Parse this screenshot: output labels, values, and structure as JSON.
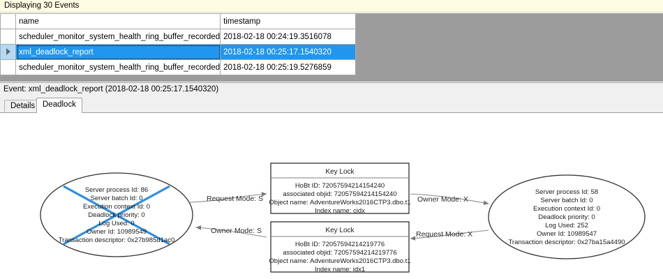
{
  "info_bar": {
    "text": "Displaying 30 Events"
  },
  "grid": {
    "columns": [
      "",
      "name",
      "timestamp"
    ],
    "rows": [
      {
        "selector": "",
        "name": "scheduler_monitor_system_health_ring_buffer_recorded",
        "timestamp": "2018-02-18 00:24:19.3516078",
        "selected": false
      },
      {
        "selector": "row-selector-arrow",
        "name": "xml_deadlock_report",
        "timestamp": "2018-02-18 00:25:17.1540320",
        "selected": true
      },
      {
        "selector": "",
        "name": "scheduler_monitor_system_health_ring_buffer_recorded",
        "timestamp": "2018-02-18 00:25:19.5276859",
        "selected": false
      }
    ]
  },
  "event_header": {
    "title": "Event: xml_deadlock_report (2018-02-18 00:25:17.1540320)"
  },
  "tabs": [
    {
      "label": "Details",
      "active": false
    },
    {
      "label": "Deadlock",
      "active": true
    }
  ],
  "deadlock": {
    "victim_process": {
      "lines": [
        "Server process Id: 86",
        "Server batch Id: 0",
        "Execution context Id: 0",
        "Deadlock priority: 0",
        "Log Used: 0",
        "Owner Id: 10989549",
        "Transaction descriptor: 0x27b985d1ac0"
      ],
      "is_victim": true,
      "victim_cross_color": "#2e8fe0"
    },
    "surviving_process": {
      "lines": [
        "Server process Id: 58",
        "Server batch Id: 0",
        "Execution context Id: 0",
        "Deadlock priority: 0",
        "Log Used: 252",
        "Owner Id: 10989547",
        "Transaction descriptor: 0x27ba15a4490"
      ],
      "is_victim": false
    },
    "resources": [
      {
        "title": "Key Lock",
        "lines": [
          "HoBt ID: 72057594214154240",
          "associated objid: 72057594214154240",
          "Object name: AdventureWorks2016CTP3.dbo.t1",
          "Index name: cidx"
        ]
      },
      {
        "title": "Key Lock",
        "lines": [
          "HoBt ID: 72057594214219776",
          "associated objid: 72057594214219776",
          "Object name: AdventureWorks2016CTP3.dbo.t1",
          "Index name: idx1"
        ]
      }
    ],
    "edges": [
      {
        "label": "Request Mode: S",
        "from": "victim-process",
        "to": "key-lock-top"
      },
      {
        "label": "Owner Mode: X",
        "from": "key-lock-top",
        "to": "surviving-process"
      },
      {
        "label": "Owner Mode: S",
        "from": "key-lock-bottom",
        "to": "victim-process"
      },
      {
        "label": "Request Mode: X",
        "from": "surviving-process",
        "to": "key-lock-bottom"
      }
    ]
  }
}
